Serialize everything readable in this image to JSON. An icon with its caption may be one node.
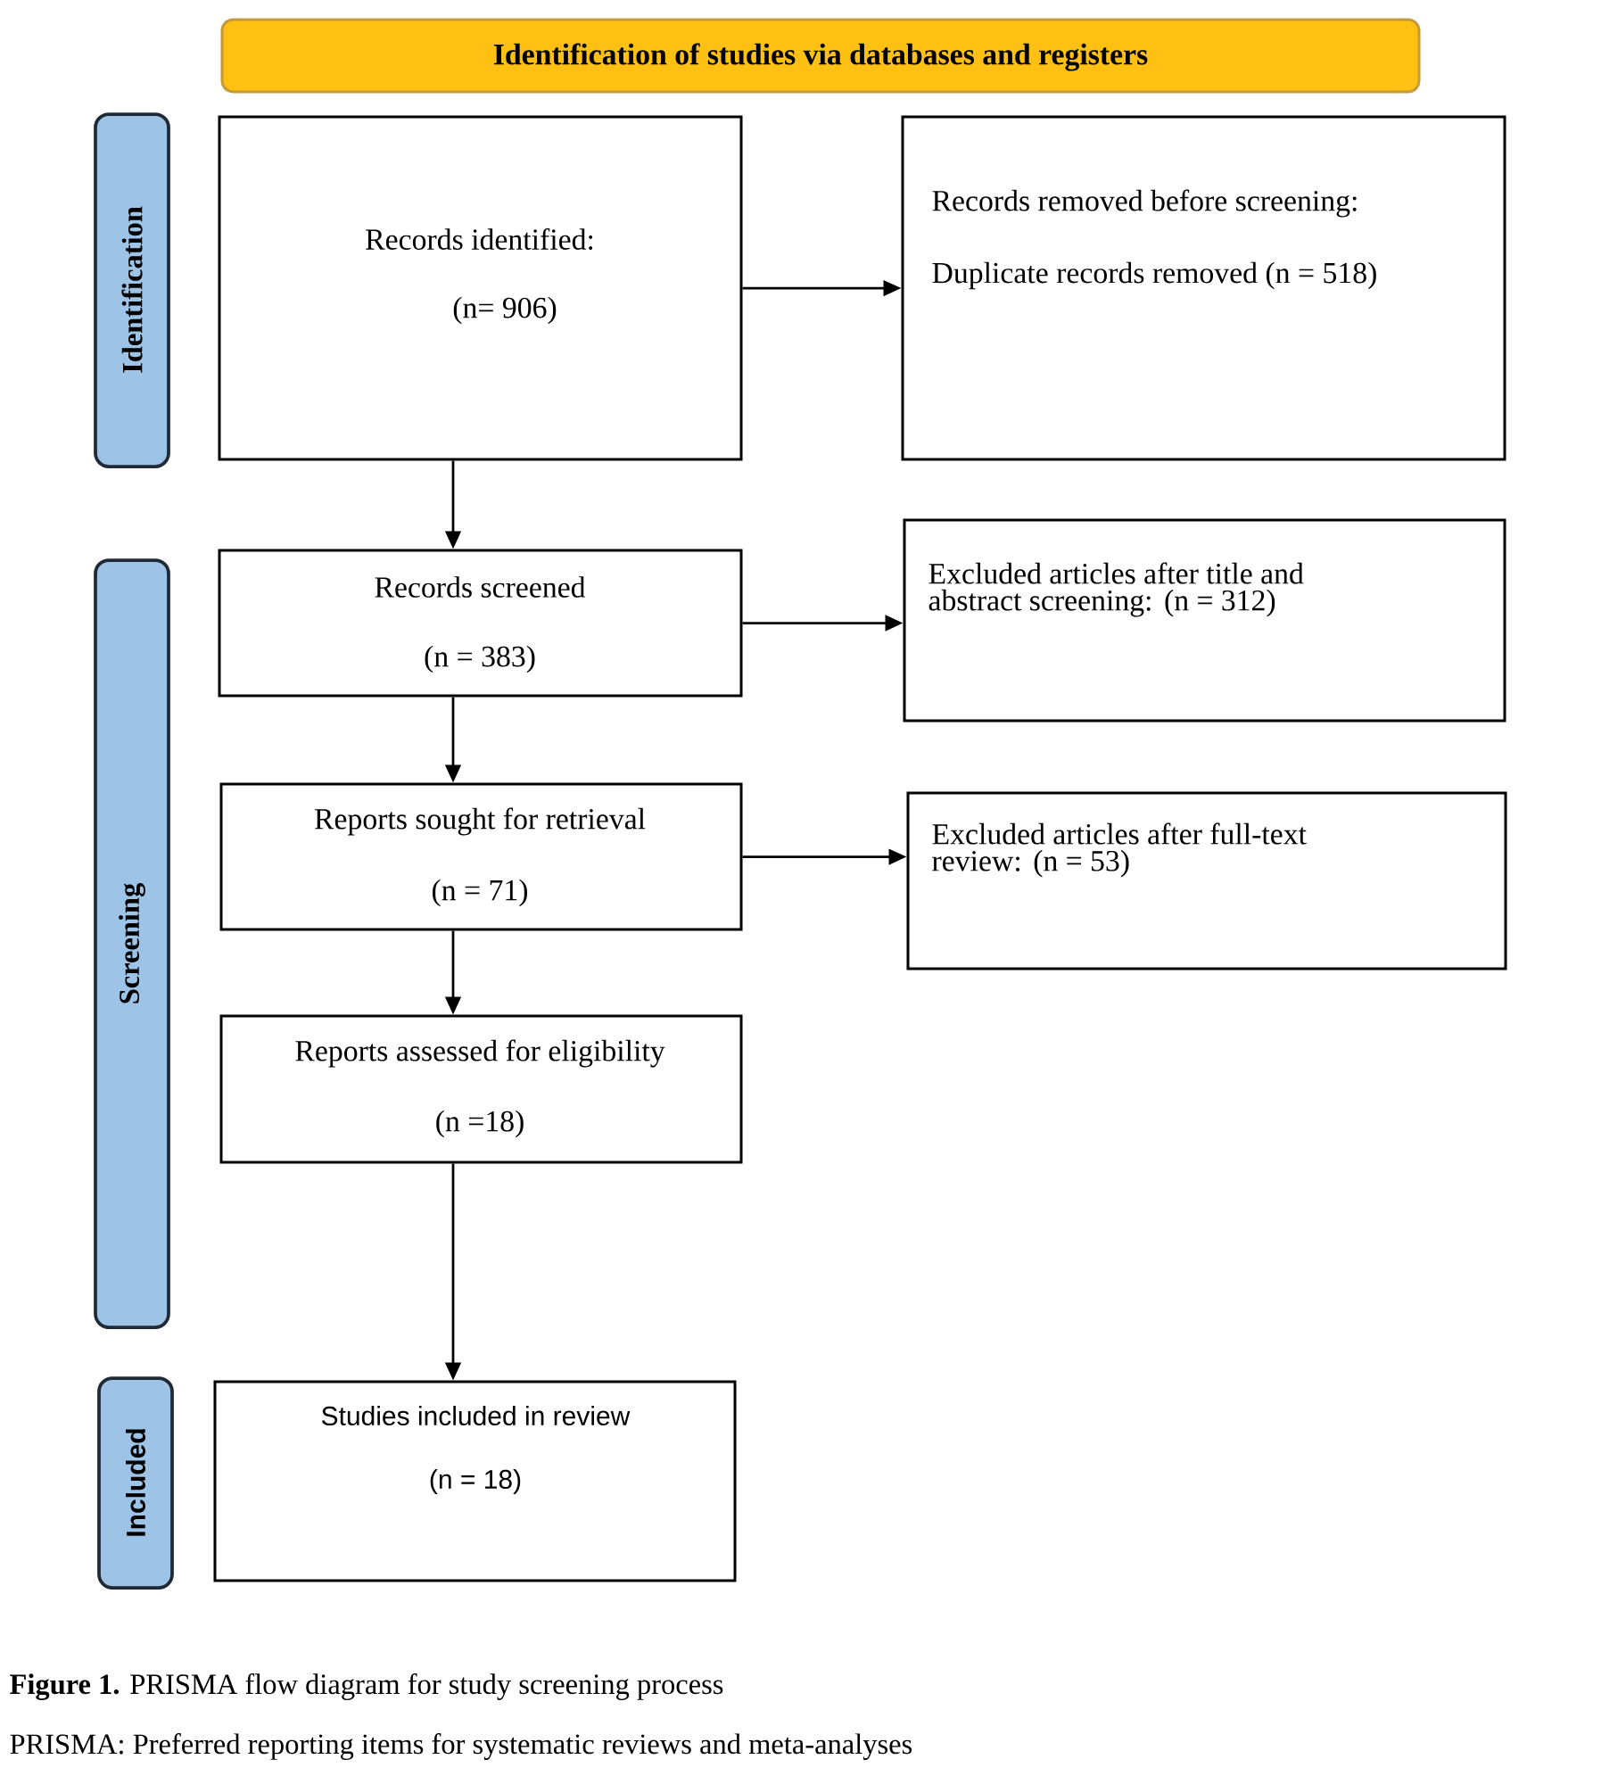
{
  "diagram": {
    "caption": "**Figure 1.** PRISMA flow diagram for study screening process",
    "nodes": [
      {
        "text": [
          "Identification of studies via databases and registers"
        ]
      },
      {
        "text": [
          "Identification"
        ]
      },
      {
        "text": [
          "Screening"
        ]
      },
      {
        "text": [
          "Included"
        ]
      },
      {
        "text": [
          "Records identified:",
          "(n= 906)"
        ]
      },
      {
        "text": [
          "Records removed before screening:",
          "Duplicate records removed (n = 518)"
        ]
      },
      {
        "text": [
          "Records screened",
          "(n = 383)"
        ]
      },
      {
        "text": [
          "Excluded articles after title and abstract screening: (n = 312)"
        ]
      },
      {
        "text": [
          "Reports sought for retrieval",
          "(n = 71)"
        ]
      },
      {
        "text": [
          "Excluded articles after full-text review: (n = 53)"
        ]
      },
      {
        "text": [
          "Reports assessed for eligibility",
          "(n =18)"
        ]
      },
      {
        "text": [
          "Studies included in review",
          "(n = 18)"
        ]
      }
    ],
    "edges": [
      {
        "from": 4,
        "to": 5,
        "arrow": "to"
      },
      {
        "from": 4,
        "to": 6,
        "arrow": "to"
      },
      {
        "from": 6,
        "to": 7,
        "arrow": "to"
      },
      {
        "from": 6,
        "to": 8,
        "arrow": "to"
      },
      {
        "from": 8,
        "to": 9,
        "arrow": "to"
      },
      {
        "from": 8,
        "to": 10,
        "arrow": "to"
      },
      {
        "from": 10,
        "to": 11,
        "arrow": "to"
      }
    ],
    "labels": [
      "PRISMA: Preferred reporting items for systematic reviews and meta-analyses"
    ]
  }
}
